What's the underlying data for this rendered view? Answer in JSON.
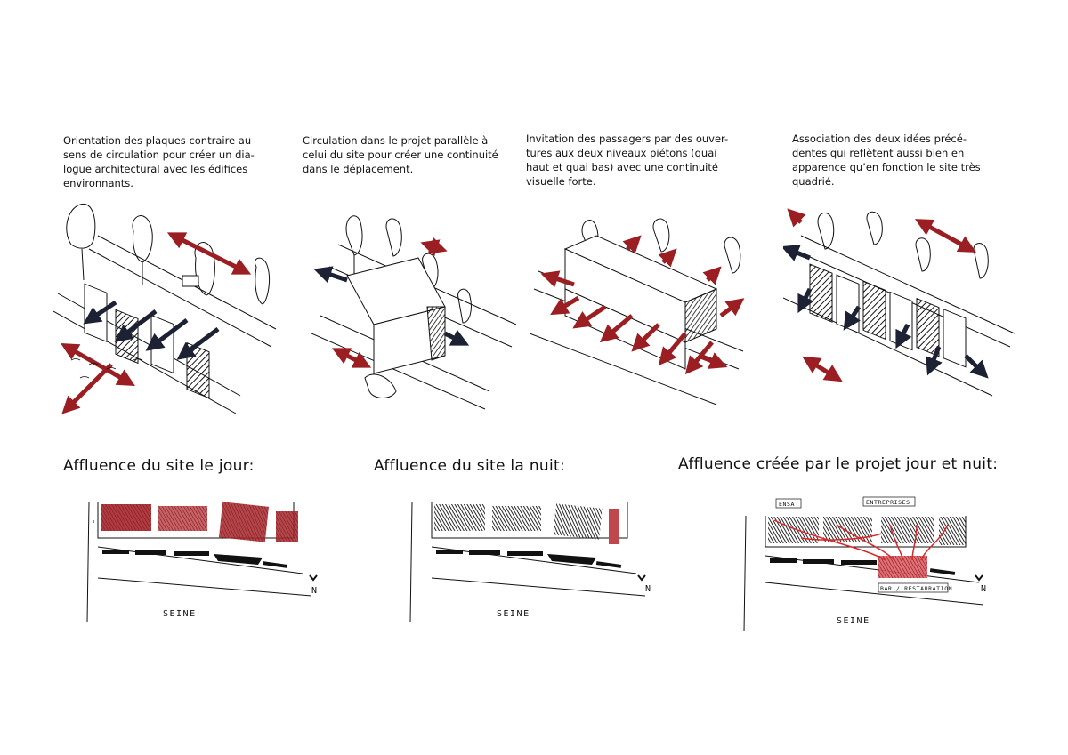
{
  "colors": {
    "ink": "#111111",
    "red": "#9a1e22",
    "navy": "#1c2233",
    "red_fill": "#b3343a",
    "bright_red": "#d8272b"
  },
  "captions": [
    "Orientation des plaques contraire au\nsens de circulation pour créer un dia-\nlogue architectural avec les édifices\nenvironnants.",
    "Circulation dans le projet parallèle à\ncelui du site pour créer une continuité\ndans le déplacement.",
    "Invitation des passagers par des ouver-\ntures aux deux niveaux piétons (quai\nhaut et quai bas) avec une continuité\nvisuelle forte.",
    "Association des deux idées précé-\ndentes qui reflètent aussi bien en\napparence qu’en fonction le site très\nquadrié."
  ],
  "plans": [
    {
      "heading": "Affluence du site le jour:",
      "river_label": "SEINE",
      "north_label": "N"
    },
    {
      "heading": "Affluence du site la nuit:",
      "river_label": "SEINE",
      "north_label": "N"
    },
    {
      "heading": "Affluence créée par le projet jour et nuit:",
      "river_label": "SEINE",
      "north_label": "N",
      "tag_left": "ENSA",
      "tag_top": "ENTREPRISES",
      "tag_bottom": "BAR / RESTAURATION"
    }
  ]
}
